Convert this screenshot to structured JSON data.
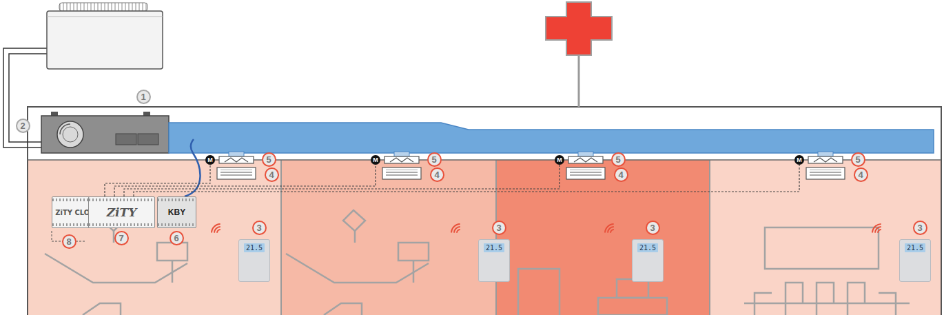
{
  "diagram": {
    "nodes": [
      {
        "text": [
          "ZiTY CLOUD"
        ]
      },
      {
        "text": [
          "ZiTY"
        ]
      },
      {
        "text": [
          "KBY"
        ]
      },
      {
        "text": [
          "M"
        ]
      },
      {
        "text": [
          "M"
        ]
      },
      {
        "text": [
          "M"
        ]
      },
      {
        "text": [
          "M"
        ]
      },
      {
        "text": [
          "21.5"
        ]
      },
      {
        "text": [
          "21.5"
        ]
      },
      {
        "text": [
          "21.5"
        ]
      },
      {
        "text": [
          "21.5"
        ]
      }
    ],
    "edges": [
      {
        "from": 1,
        "to": 3,
        "arrow": "none"
      },
      {
        "from": 1,
        "to": 4,
        "arrow": "none"
      },
      {
        "from": 1,
        "to": 5,
        "arrow": "none"
      },
      {
        "from": 1,
        "to": 6,
        "arrow": "none"
      }
    ],
    "labels": [
      "1",
      "2",
      "5",
      "5",
      "5",
      "5",
      "4",
      "4",
      "4",
      "4",
      "8",
      "7",
      "6",
      "3",
      "3",
      "3",
      "3"
    ]
  }
}
